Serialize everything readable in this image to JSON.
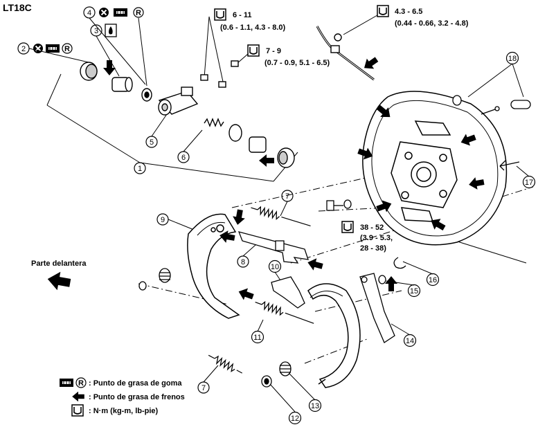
{
  "title": "LT18C",
  "front_label": "Parte delantera",
  "callouts": {
    "c1": "1",
    "c2": "2",
    "c3": "3",
    "c4": "4",
    "c5": "5",
    "c6": "6",
    "c7a": "7",
    "c7b": "7",
    "c8": "8",
    "c9": "9",
    "c10": "10",
    "c11": "11",
    "c12": "12",
    "c13": "13",
    "c14": "14",
    "c15": "15",
    "c16": "16",
    "c17": "17",
    "c18": "18"
  },
  "torques": {
    "t1": {
      "line1": "6 - 11",
      "line2": "(0.6 - 1.1, 4.3 - 8.0)"
    },
    "t2": {
      "line1": "7 - 9",
      "line2": "(0.7 - 0.9, 5.1 - 6.5)"
    },
    "t3": {
      "line1": "4.3 - 6.5",
      "line2": "(0.44 - 0.66, 3.2 - 4.8)"
    },
    "t4": {
      "line1": "38 - 52",
      "line2": "(3.9 - 5.3,",
      "line3": "28 - 38)"
    }
  },
  "grease_letter": "R",
  "legend": {
    "rubber_grease": ": Punto de grasa de goma",
    "brake_grease": ": Punto de grasa de frenos",
    "torque_unit": ": N·m (kg-m, lb-pie)"
  },
  "colors": {
    "ink": "#000000",
    "paper": "#ffffff"
  }
}
